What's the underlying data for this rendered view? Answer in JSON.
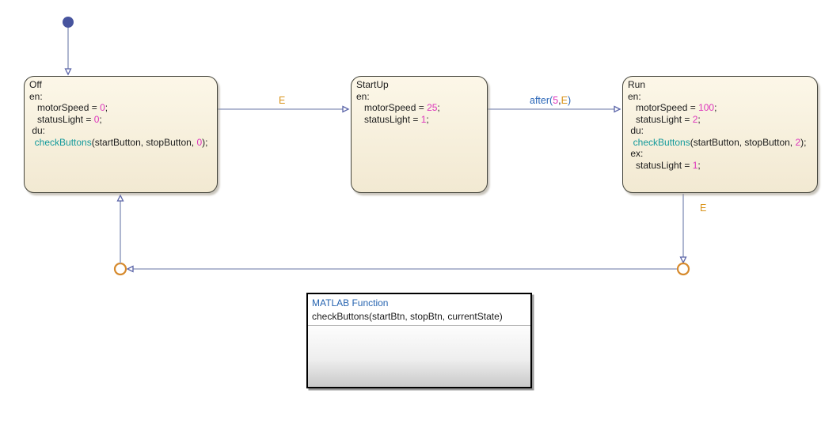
{
  "colors": {
    "canvas-bg": "#ffffff",
    "state-fill-top": "#fcf7e8",
    "state-fill-bottom": "#f2e9d2",
    "state-border": "#43433a",
    "state-text": "#1c1c1c",
    "line": "#9aa3c4",
    "arrow": "#5a64a8",
    "initial-dot": "#47549e",
    "junction": "#d68a2d",
    "event": "#d9931a",
    "number": "#dd33bb",
    "function-name": "#12999b",
    "keyword": "#2a66b8",
    "ml-title": "#2664b0",
    "ml-border": "#000000",
    "ml-body-bottom": "#c9c9c9"
  },
  "states": [
    {
      "name": "Off",
      "lines": [
        [
          {
            "t": "Off",
            "c": "p"
          }
        ],
        [
          {
            "t": "en:",
            "c": "p"
          }
        ],
        [
          {
            "t": "   motorSpeed = ",
            "c": "p"
          },
          {
            "t": "0",
            "c": "n"
          },
          {
            "t": ";",
            "c": "p"
          }
        ],
        [
          {
            "t": "   statusLight = ",
            "c": "p"
          },
          {
            "t": "0",
            "c": "n"
          },
          {
            "t": ";",
            "c": "p"
          }
        ],
        [
          {
            "t": " du:",
            "c": "p"
          }
        ],
        [
          {
            "t": "  ",
            "c": "p"
          },
          {
            "t": "checkButtons",
            "c": "f"
          },
          {
            "t": "(startButton, stopButton, ",
            "c": "p"
          },
          {
            "t": "0",
            "c": "n"
          },
          {
            "t": ");",
            "c": "p"
          }
        ]
      ]
    },
    {
      "name": "StartUp",
      "lines": [
        [
          {
            "t": "StartUp",
            "c": "p"
          }
        ],
        [
          {
            "t": "en:",
            "c": "p"
          }
        ],
        [
          {
            "t": "   motorSpeed = ",
            "c": "p"
          },
          {
            "t": "25",
            "c": "n"
          },
          {
            "t": ";",
            "c": "p"
          }
        ],
        [
          {
            "t": "   statusLight = ",
            "c": "p"
          },
          {
            "t": "1",
            "c": "n"
          },
          {
            "t": ";",
            "c": "p"
          }
        ]
      ]
    },
    {
      "name": "Run",
      "lines": [
        [
          {
            "t": "Run",
            "c": "p"
          }
        ],
        [
          {
            "t": "en:",
            "c": "p"
          }
        ],
        [
          {
            "t": "   motorSpeed = ",
            "c": "p"
          },
          {
            "t": "100",
            "c": "n"
          },
          {
            "t": ";",
            "c": "p"
          }
        ],
        [
          {
            "t": "   statusLight = ",
            "c": "p"
          },
          {
            "t": "2",
            "c": "n"
          },
          {
            "t": ";",
            "c": "p"
          }
        ],
        [
          {
            "t": " du:",
            "c": "p"
          }
        ],
        [
          {
            "t": "  ",
            "c": "p"
          },
          {
            "t": "checkButtons",
            "c": "f"
          },
          {
            "t": "(startButton, stopButton, ",
            "c": "p"
          },
          {
            "t": "2",
            "c": "n"
          },
          {
            "t": ");",
            "c": "p"
          }
        ],
        [
          {
            "t": " ex:",
            "c": "p"
          }
        ],
        [
          {
            "t": "   statusLight = ",
            "c": "p"
          },
          {
            "t": "1",
            "c": "n"
          },
          {
            "t": ";",
            "c": "p"
          }
        ]
      ]
    }
  ],
  "transitions": [
    {
      "name": "off-to-startup",
      "label": [
        [
          {
            "t": "E",
            "c": "e"
          }
        ]
      ]
    },
    {
      "name": "startup-to-run",
      "label": [
        [
          {
            "t": "after(",
            "c": "k"
          },
          {
            "t": "5",
            "c": "n"
          },
          {
            "t": ",",
            "c": "p"
          },
          {
            "t": "E",
            "c": "e"
          },
          {
            "t": ")",
            "c": "k"
          }
        ]
      ]
    },
    {
      "name": "run-to-junction",
      "label": [
        [
          {
            "t": "E",
            "c": "e"
          }
        ]
      ]
    }
  ],
  "matlab_function": {
    "title": "MATLAB Function",
    "signature": "checkButtons(startBtn, stopBtn, currentState)"
  }
}
